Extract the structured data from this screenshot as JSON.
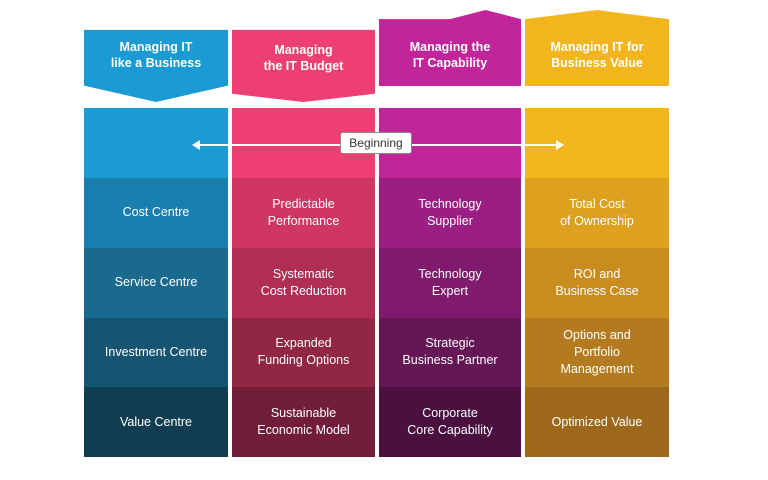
{
  "headers": [
    {
      "label": "Managing IT\nlike a Business",
      "color": "#1a9bd4"
    },
    {
      "label": "Managing\nthe IT Budget",
      "color": "#ee3f74"
    },
    {
      "label": "Managing the\nIT Capability",
      "color": "#c2249a"
    },
    {
      "label": "Managing IT for\nBusiness Value",
      "color": "#f2b51e"
    }
  ],
  "marker": {
    "label": "Beginning"
  },
  "columns": [
    {
      "cells": [
        "Cost Centre",
        "Service Centre",
        "Investment Centre",
        "Value Centre"
      ],
      "colors": [
        "#1a9bd4",
        "#197faf",
        "#1a6a8f",
        "#165571",
        "#103d52"
      ]
    },
    {
      "cells": [
        "Predictable\nPerformance",
        "Systematic\nCost Reduction",
        "Expanded\nFunding Options",
        "Sustainable\nEconomic Model"
      ],
      "colors": [
        "#ee3f74",
        "#cf3565",
        "#b02d56",
        "#912647",
        "#731e39"
      ]
    },
    {
      "cells": [
        "Technology\nSupplier",
        "Technology\nExpert",
        "Strategic\nBusiness Partner",
        "Corporate\nCore Capability"
      ],
      "colors": [
        "#c2249a",
        "#9b1f83",
        "#7f1a6c",
        "#641655",
        "#4a1140"
      ]
    },
    {
      "cells": [
        "Total Cost\nof Ownership",
        "ROI and\nBusiness Case",
        "Options and\nPortfolio\nManagement",
        "Optimized Value"
      ],
      "colors": [
        "#f2b51e",
        "#dea01f",
        "#c98c1f",
        "#b47a1f",
        "#9e681c"
      ]
    }
  ]
}
